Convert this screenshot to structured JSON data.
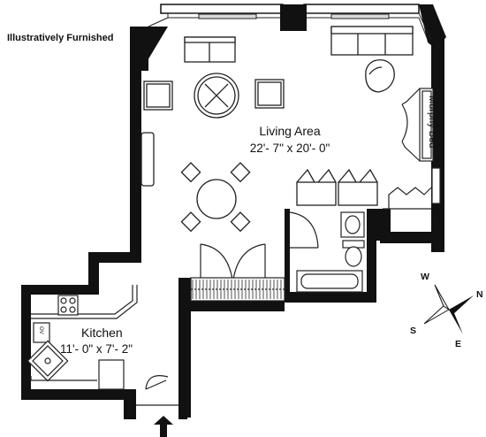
{
  "note": "Illustratively Furnished",
  "living_area": {
    "name": "Living Area",
    "dimensions": "22'- 7\" x 20'- 0\""
  },
  "kitchen": {
    "name": "Kitchen",
    "dimensions": "11'- 0\" x 7'- 2\"",
    "oven_label": "OV"
  },
  "murphy_bed": "Murphy Bed",
  "compass": {
    "n": "N",
    "e": "E",
    "s": "S",
    "w": "W"
  },
  "colors": {
    "wall": "#111111",
    "line": "#222222",
    "window_glass": "#d8d8d8",
    "background": "#ffffff"
  }
}
